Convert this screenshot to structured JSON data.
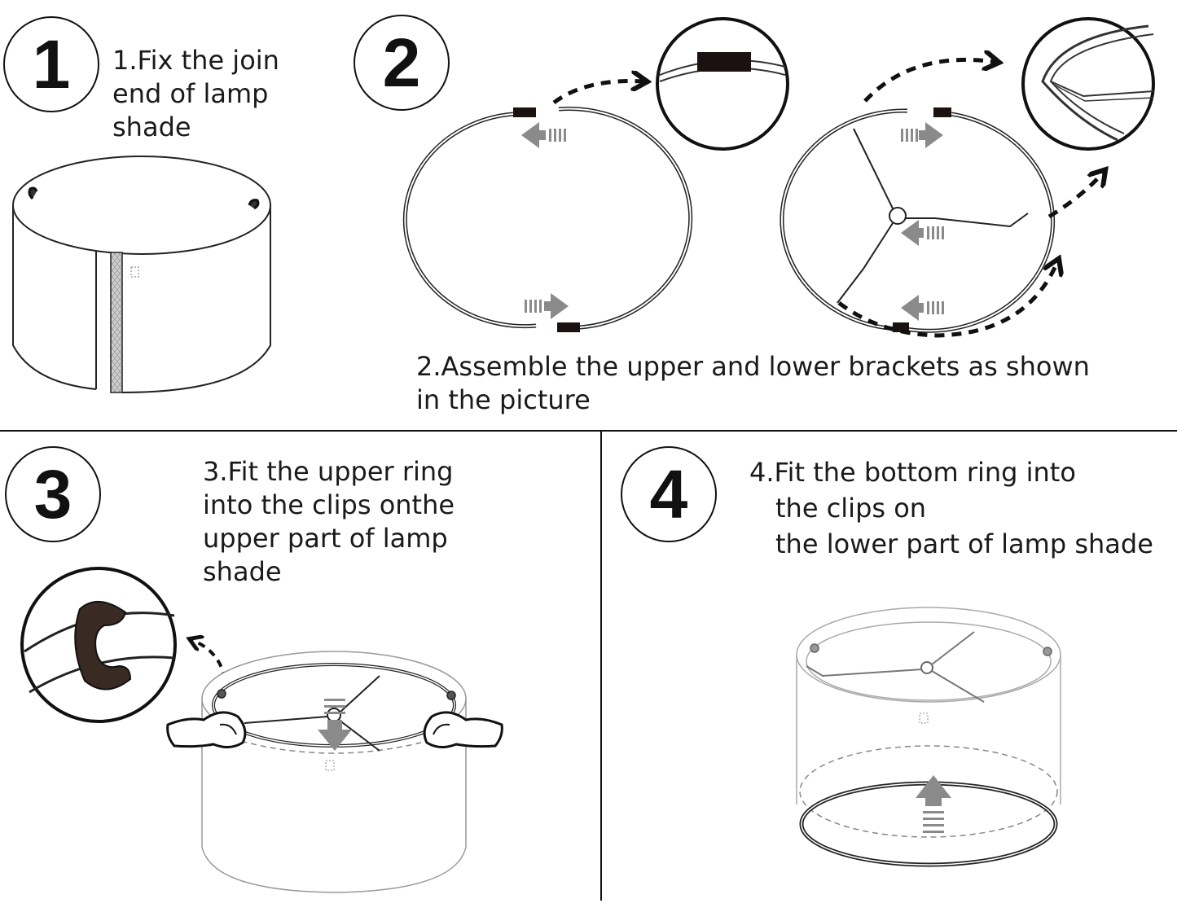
{
  "steps": [
    {
      "number": "1",
      "lines": [
        "1.Fix the join",
        "end of lamp",
        "shade"
      ]
    },
    {
      "number": "2",
      "lines": [
        "2.Assemble the upper and lower brackets as shown",
        "in the picture"
      ]
    },
    {
      "number": "3",
      "lines": [
        "3.Fit the upper ring",
        "into the clips onthe",
        "upper part of lamp",
        "shade"
      ]
    },
    {
      "number": "4",
      "lines": [
        "4.Fit the bottom ring into",
        "the clips on",
        "the lower part of lamp shade"
      ]
    }
  ],
  "colors": {
    "ink": "#111111",
    "arrow_gray": "#8a8a8a",
    "clip_dark": "#2b1e1a",
    "seam_gray": "#b9b9b9"
  },
  "icons": [
    "dashed-arrow-icon",
    "push-arrow-icon",
    "magnifier-icon",
    "hand-icon",
    "clip-icon"
  ]
}
